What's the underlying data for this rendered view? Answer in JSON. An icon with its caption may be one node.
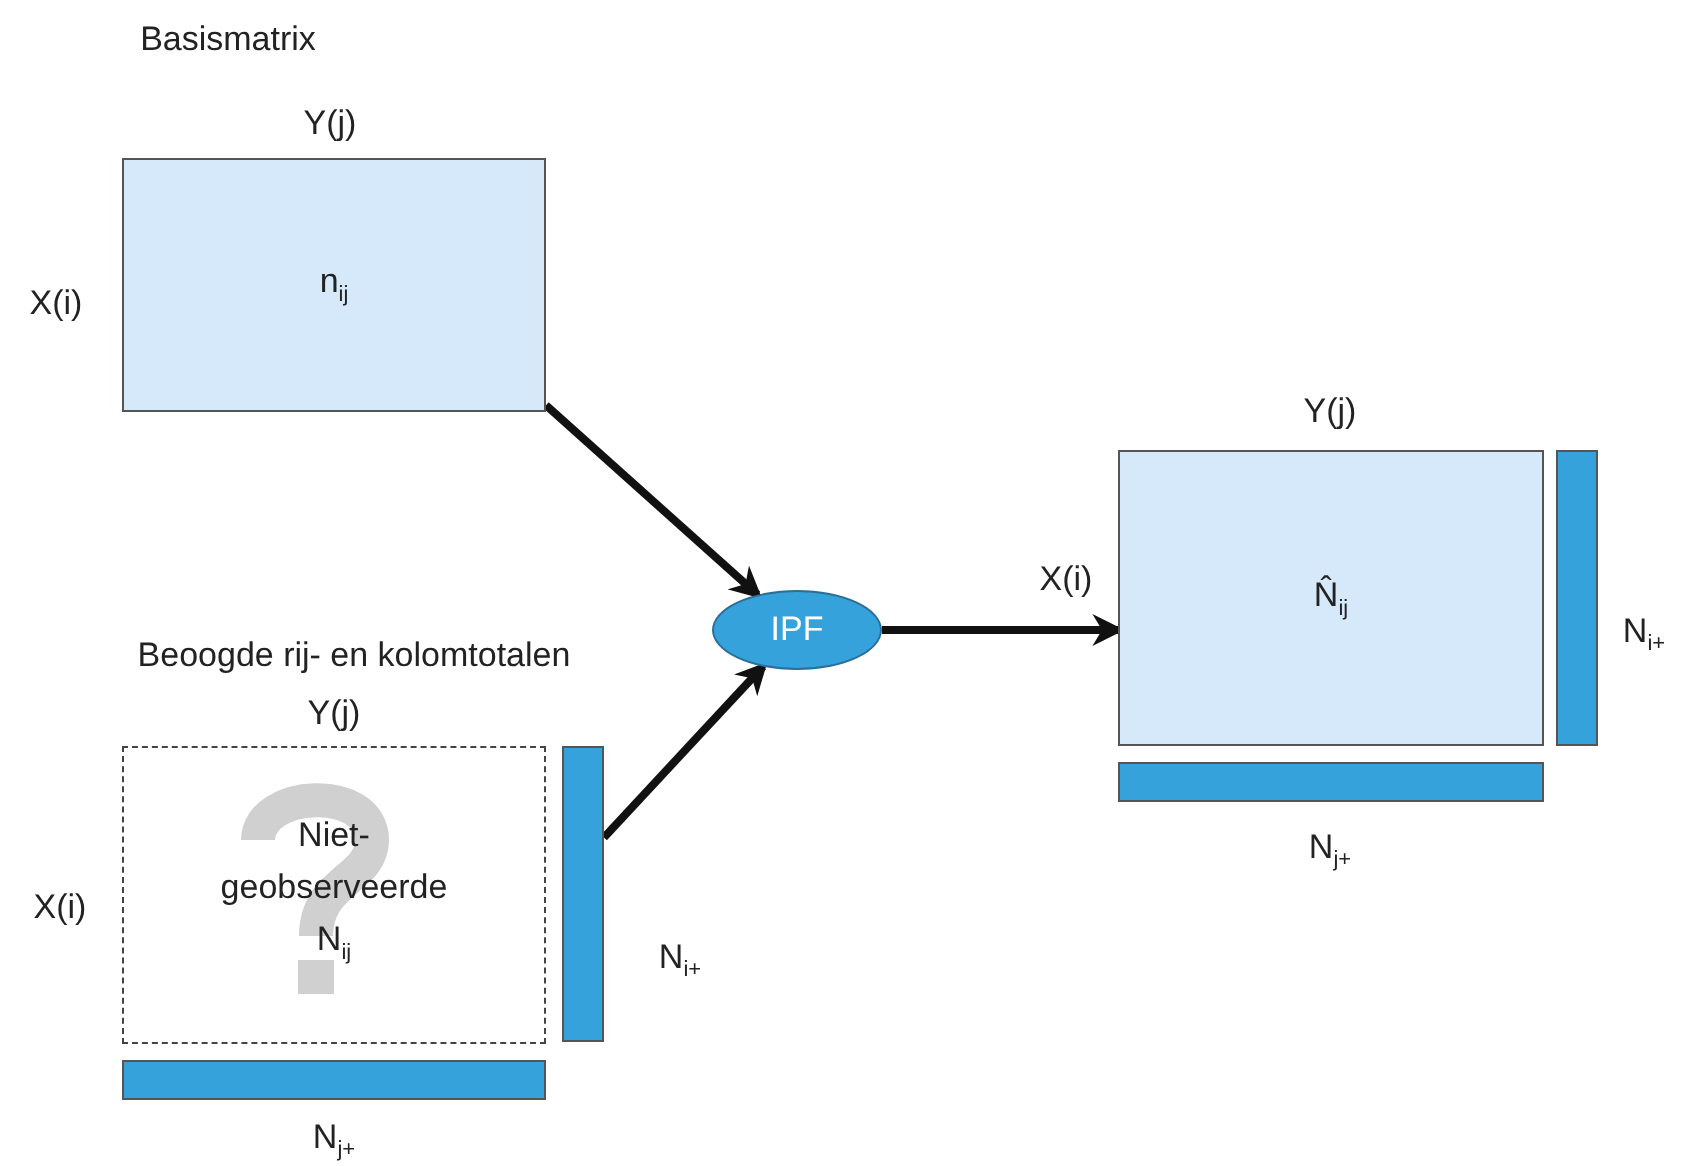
{
  "diagram": {
    "nodes": [
      {
        "text": [
          "n$_{ij}$"
        ],
        "beside": [
          "Y(j)",
          "X(i)"
        ]
      },
      {
        "text": [
          "Niet- geobserveerde N$_{ij}$"
        ],
        "beside": [
          "Y(j)",
          "X(i)"
        ]
      },
      {
        "text": [],
        "shape": "bar",
        "beside": [
          "N$_{i+}$"
        ]
      },
      {
        "text": [],
        "shape": "bar",
        "beside": [
          "N$_{j+}$"
        ]
      },
      {
        "text": [
          "IPF"
        ]
      },
      {
        "text": [
          "N̂$_{ij}$"
        ],
        "beside": [
          "Y(j)",
          "X(i)"
        ]
      },
      {
        "text": [],
        "shape": "bar",
        "beside": [
          "N$_{i+}$"
        ]
      },
      {
        "text": [],
        "shape": "bar",
        "beside": [
          "N$_{j+}$"
        ]
      }
    ],
    "edges": [
      {
        "from": 0,
        "to": 4,
        "arrow": "to"
      },
      {
        "from": 2,
        "to": 4,
        "arrow": "to"
      },
      {
        "from": 4,
        "to": 5,
        "arrow": "to"
      }
    ],
    "labels": [
      "Basismatrix",
      "Beoogde rij- en kolomtotalen"
    ]
  }
}
